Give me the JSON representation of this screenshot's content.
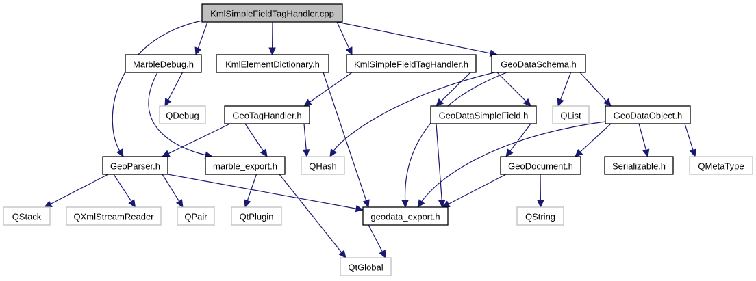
{
  "title": "KmlSimpleFieldTagHandler.cpp include dependency graph",
  "colors": {
    "edge": "#191970",
    "root_fill": "#bfbfbf",
    "doc_border": "#000000",
    "ext_border": "#bfbfbf"
  },
  "nodes": [
    {
      "id": "root",
      "label": "KmlSimpleFieldTagHandler.cpp",
      "kind": "root"
    },
    {
      "id": "marbledebug",
      "label": "MarbleDebug.h",
      "kind": "doc"
    },
    {
      "id": "kmlelemdict",
      "label": "KmlElementDictionary.h",
      "kind": "doc"
    },
    {
      "id": "kmlsfth",
      "label": "KmlSimpleFieldTagHandler.h",
      "kind": "doc"
    },
    {
      "id": "geodataschema",
      "label": "GeoDataSchema.h",
      "kind": "doc"
    },
    {
      "id": "qdebug",
      "label": "QDebug",
      "kind": "ext"
    },
    {
      "id": "geotaghandler",
      "label": "GeoTagHandler.h",
      "kind": "doc"
    },
    {
      "id": "geodatasimplefield",
      "label": "GeoDataSimpleField.h",
      "kind": "doc"
    },
    {
      "id": "qlist",
      "label": "QList",
      "kind": "ext"
    },
    {
      "id": "geodataobject",
      "label": "GeoDataObject.h",
      "kind": "doc"
    },
    {
      "id": "geoparser",
      "label": "GeoParser.h",
      "kind": "doc"
    },
    {
      "id": "marbleexport",
      "label": "marble_export.h",
      "kind": "doc"
    },
    {
      "id": "qhash",
      "label": "QHash",
      "kind": "ext"
    },
    {
      "id": "geodocument",
      "label": "GeoDocument.h",
      "kind": "doc"
    },
    {
      "id": "serializable",
      "label": "Serializable.h",
      "kind": "doc"
    },
    {
      "id": "qmetatype",
      "label": "QMetaType",
      "kind": "ext"
    },
    {
      "id": "qstack",
      "label": "QStack",
      "kind": "ext"
    },
    {
      "id": "qxmlstreamreader",
      "label": "QXmlStreamReader",
      "kind": "ext"
    },
    {
      "id": "qpair",
      "label": "QPair",
      "kind": "ext"
    },
    {
      "id": "qtplugin",
      "label": "QtPlugin",
      "kind": "ext"
    },
    {
      "id": "geodataexport",
      "label": "geodata_export.h",
      "kind": "doc"
    },
    {
      "id": "qstring",
      "label": "QString",
      "kind": "ext"
    },
    {
      "id": "qtglobal",
      "label": "QtGlobal",
      "kind": "ext"
    }
  ],
  "edges": [
    {
      "from": "root",
      "to": "marbledebug"
    },
    {
      "from": "root",
      "to": "kmlelemdict"
    },
    {
      "from": "root",
      "to": "kmlsfth"
    },
    {
      "from": "root",
      "to": "geodataschema"
    },
    {
      "from": "root",
      "to": "geoparser"
    },
    {
      "from": "marbledebug",
      "to": "qdebug"
    },
    {
      "from": "marbledebug",
      "to": "marbleexport"
    },
    {
      "from": "kmlelemdict",
      "to": "geodataexport"
    },
    {
      "from": "kmlsfth",
      "to": "geotaghandler"
    },
    {
      "from": "kmlsfth",
      "to": "geodatasimplefield"
    },
    {
      "from": "geodataschema",
      "to": "qhash"
    },
    {
      "from": "geodataschema",
      "to": "geodataexport"
    },
    {
      "from": "geodataschema",
      "to": "geodatasimplefield"
    },
    {
      "from": "geodataschema",
      "to": "qlist"
    },
    {
      "from": "geodataschema",
      "to": "geodataobject"
    },
    {
      "from": "geotaghandler",
      "to": "geoparser"
    },
    {
      "from": "geotaghandler",
      "to": "marbleexport"
    },
    {
      "from": "geotaghandler",
      "to": "qhash"
    },
    {
      "from": "geodatasimplefield",
      "to": "geodataexport"
    },
    {
      "from": "geodatasimplefield",
      "to": "geodocument"
    },
    {
      "from": "geodataobject",
      "to": "geodocument"
    },
    {
      "from": "geodataobject",
      "to": "geodataexport"
    },
    {
      "from": "geodataobject",
      "to": "serializable"
    },
    {
      "from": "geodataobject",
      "to": "qmetatype"
    },
    {
      "from": "geoparser",
      "to": "qstack"
    },
    {
      "from": "geoparser",
      "to": "qxmlstreamreader"
    },
    {
      "from": "geoparser",
      "to": "qpair"
    },
    {
      "from": "geoparser",
      "to": "geodataexport"
    },
    {
      "from": "marbleexport",
      "to": "qtplugin"
    },
    {
      "from": "marbleexport",
      "to": "qtglobal"
    },
    {
      "from": "geodocument",
      "to": "geodataexport"
    },
    {
      "from": "geodocument",
      "to": "qstring"
    },
    {
      "from": "geodataexport",
      "to": "qtglobal"
    }
  ]
}
